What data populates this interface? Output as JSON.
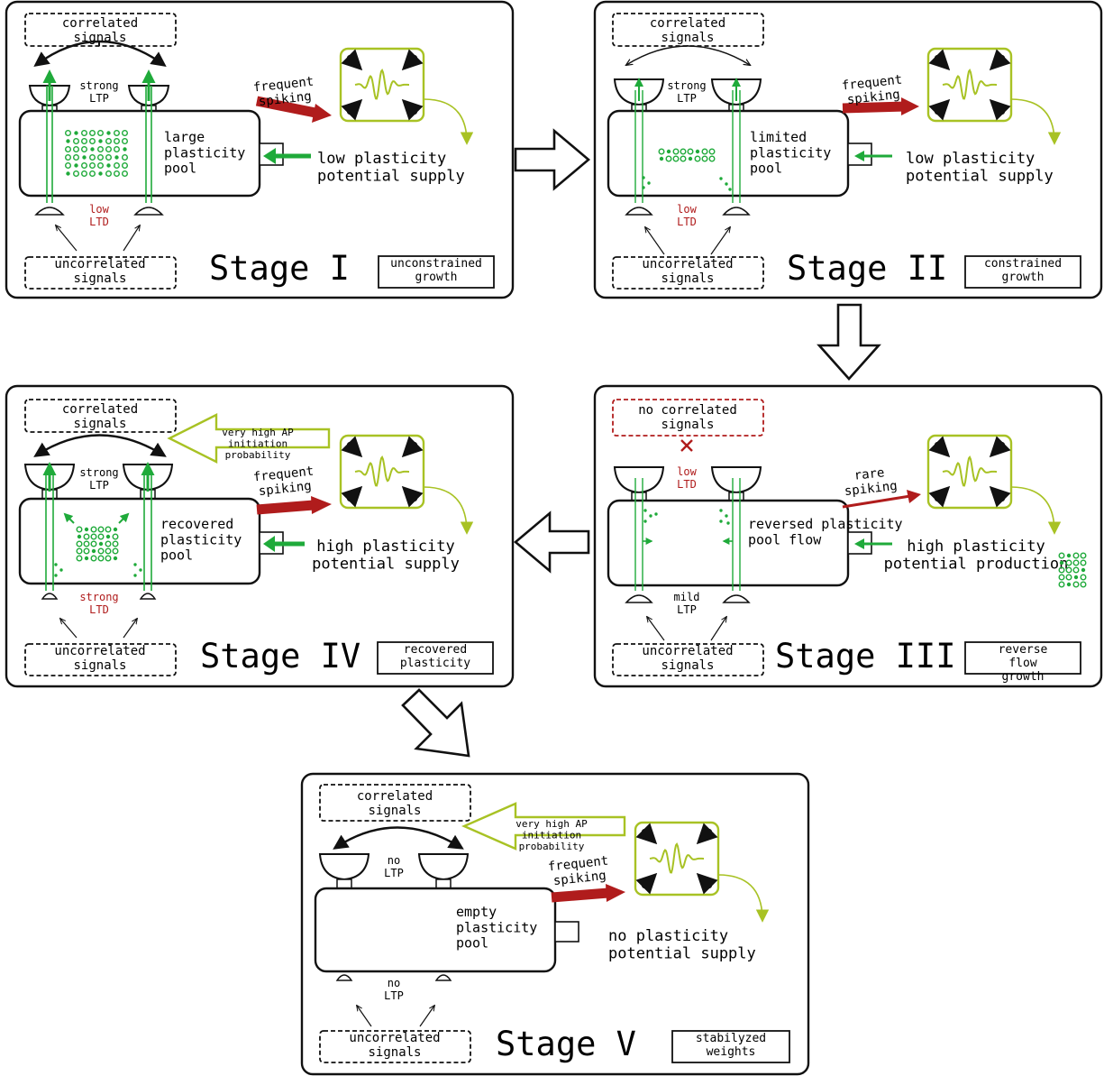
{
  "stages": [
    {
      "title": "Stage I",
      "mode": "unconstrained growth",
      "correlated": "correlated signals",
      "uncorrelated": "uncorrelated signals",
      "top_syn": "strong LTP",
      "bottom_syn": "low LTD",
      "pool": "large plasticity pool",
      "spiking": "frequent spiking",
      "supply": "low plasticity potential supply"
    },
    {
      "title": "Stage II",
      "mode": "constrained growth",
      "correlated": "correlated signals",
      "uncorrelated": "uncorrelated signals",
      "top_syn": "strong LTP",
      "bottom_syn": "low LTD",
      "pool": "limited plasticity pool",
      "spiking": "frequent spiking",
      "supply": "low plasticity potential supply"
    },
    {
      "title": "Stage III",
      "mode": "reverse flow growth",
      "correlated": "no correlated signals",
      "uncorrelated": "uncorrelated signals",
      "top_syn": "low LTD",
      "bottom_syn": "mild LTP",
      "pool": "reversed plasticity pool flow",
      "spiking": "rare spiking",
      "supply": "high plasticity potential production"
    },
    {
      "title": "Stage IV",
      "mode": "recovered plasticity",
      "correlated": "correlated signals",
      "uncorrelated": "uncorrelated signals",
      "top_syn": "strong LTP",
      "bottom_syn": "strong LTD",
      "pool": "recovered plasticity pool",
      "spiking": "frequent spiking",
      "supply": "high plasticity potential supply",
      "ap": "very high AP initiation probability"
    },
    {
      "title": "Stage V",
      "mode": "stabilyzed weights",
      "correlated": "correlated signals",
      "uncorrelated": "uncorrelated signals",
      "top_syn": "no LTP",
      "bottom_syn": "no LTP",
      "pool": "empty plasticity pool",
      "spiking": "frequent spiking",
      "supply": "no plasticity potential supply",
      "ap": "very high AP initiation probability"
    }
  ],
  "colors": {
    "green": "#1faa3a",
    "lime": "#a8c224",
    "red": "#b01c1c",
    "black": "#111111"
  },
  "icons": [
    "transition-arrow-icon",
    "spiking-arrow-icon",
    "oscillation-icon",
    "supply-arrow-icon",
    "x-mark-icon"
  ]
}
